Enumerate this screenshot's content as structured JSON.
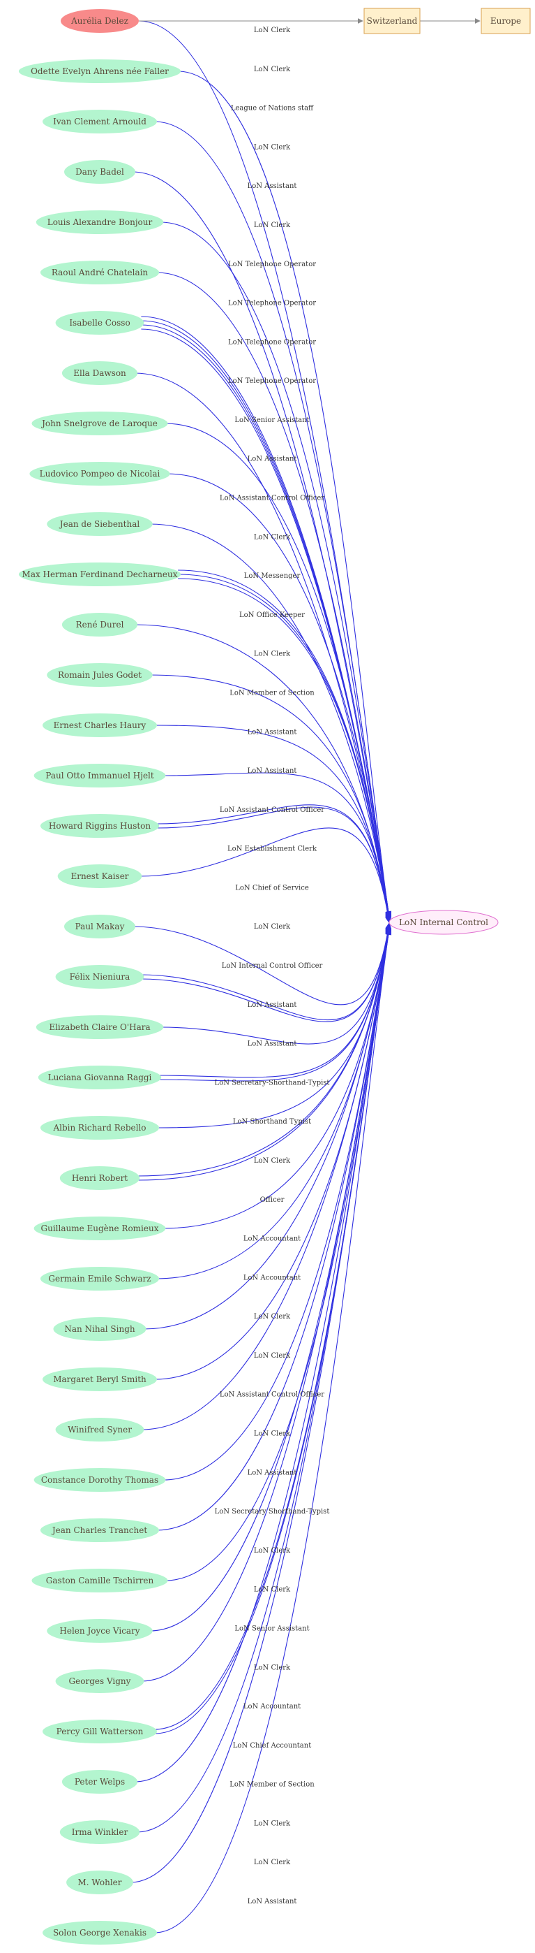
{
  "colors": {
    "person_fill": "#b3f5cf",
    "person_text": "#5a4a3a",
    "focus_fill": "#f88a8a",
    "place_fill": "#fff0cc",
    "place_stroke": "#d8a050",
    "target_fill": "#ffeefa",
    "target_stroke": "#e070d0",
    "edge_blue": "#3030e0",
    "edge_gray": "#888888"
  },
  "focus_person": "Aurélia Delez",
  "places": [
    "Switzerland",
    "Europe"
  ],
  "target": "LoN Internal Control",
  "people": [
    {
      "name": "Aurélia Delez",
      "roles": [
        "LoN Clerk"
      ]
    },
    {
      "name": "Odette Evelyn Ahrens née Faller",
      "roles": [
        "LoN Clerk"
      ]
    },
    {
      "name": "Ivan Clement Arnould",
      "roles": [
        "League of Nations staff"
      ]
    },
    {
      "name": "Dany Badel",
      "roles": [
        "LoN Clerk"
      ]
    },
    {
      "name": "Louis Alexandre Bonjour",
      "roles": [
        "LoN Assistant"
      ]
    },
    {
      "name": "Raoul André Chatelain",
      "roles": [
        "LoN Clerk"
      ]
    },
    {
      "name": "Isabelle Cosso",
      "roles": [
        "LoN Telephone Operator",
        "LoN Telephone Operator",
        "LoN Telephone Operator",
        "LoN Telephone Operator"
      ]
    },
    {
      "name": "Ella Dawson",
      "roles": [
        "LoN Senior Assistant"
      ]
    },
    {
      "name": "John Snelgrove de Laroque",
      "roles": [
        "LoN Assistant"
      ]
    },
    {
      "name": "Ludovico Pompeo de Nicolai",
      "roles": [
        "LoN Assistant Control Officer"
      ]
    },
    {
      "name": "Jean de Siebenthal",
      "roles": [
        "LoN Clerk"
      ]
    },
    {
      "name": "Max Herman Ferdinand Decharneux",
      "roles": [
        "LoN Messenger",
        "LoN Office Keeper",
        "LoN Clerk"
      ]
    },
    {
      "name": "René  Durel",
      "roles": [
        "LoN Member of Section"
      ]
    },
    {
      "name": "Romain Jules Godet",
      "roles": [
        "LoN Assistant"
      ]
    },
    {
      "name": "Ernest Charles Haury",
      "roles": [
        "LoN Assistant"
      ]
    },
    {
      "name": "Paul Otto Immanuel Hjelt",
      "roles": [
        "LoN Assistant Control Officer"
      ]
    },
    {
      "name": "Howard Riggins Huston",
      "roles": [
        "LoN Establishment Clerk",
        "LoN Chief of Service"
      ]
    },
    {
      "name": "Ernest Kaiser",
      "roles": [
        "LoN Clerk"
      ]
    },
    {
      "name": "Paul Makay",
      "roles": [
        "LoN Internal Control Officer"
      ]
    },
    {
      "name": "Félix Nieniura",
      "roles": [
        "LoN Assistant",
        "LoN Assistant"
      ]
    },
    {
      "name": "Elizabeth Claire O'Hara",
      "roles": [
        "LoN Secretary-Shorthand-Typist"
      ]
    },
    {
      "name": "Luciana Giovanna Raggi",
      "roles": [
        "LoN Shorthand Typist",
        "LoN Clerk"
      ]
    },
    {
      "name": "Albin Richard Rebello",
      "roles": [
        "Officer"
      ]
    },
    {
      "name": "Henri Robert",
      "roles": [
        "LoN Accountant",
        "LoN Accountant"
      ]
    },
    {
      "name": "Guillaume Eugène Romieux",
      "roles": [
        "LoN Clerk"
      ]
    },
    {
      "name": "Germain Emile Schwarz",
      "roles": [
        "LoN Clerk"
      ]
    },
    {
      "name": "Nan Nihal Singh",
      "roles": [
        "LoN Assistant Control Officer"
      ]
    },
    {
      "name": "Margaret Beryl Smith",
      "roles": [
        "LoN Clerk"
      ]
    },
    {
      "name": "Winifred Syner",
      "roles": [
        "LoN Assistant"
      ]
    },
    {
      "name": "Constance Dorothy Thomas",
      "roles": [
        "LoN Secretary Shorthand-Typist"
      ]
    },
    {
      "name": "Jean Charles Tranchet",
      "roles": [
        "LoN Clerk"
      ]
    },
    {
      "name": "Gaston Camille  Tschirren",
      "roles": [
        "LoN Clerk"
      ]
    },
    {
      "name": "Helen Joyce Vicary",
      "roles": [
        "LoN Senior Assistant"
      ]
    },
    {
      "name": "Georges  Vigny",
      "roles": [
        "LoN Clerk"
      ]
    },
    {
      "name": "Percy Gill Watterson",
      "roles": [
        "LoN Accountant",
        "LoN Chief Accountant"
      ]
    },
    {
      "name": "Peter Welps",
      "roles": [
        "LoN Member of Section"
      ]
    },
    {
      "name": "Irma Winkler",
      "roles": [
        "LoN Clerk"
      ]
    },
    {
      "name": "M. Wohler",
      "roles": [
        "LoN Clerk"
      ]
    },
    {
      "name": "Solon George Xenakis",
      "roles": [
        "LoN Assistant"
      ]
    }
  ]
}
